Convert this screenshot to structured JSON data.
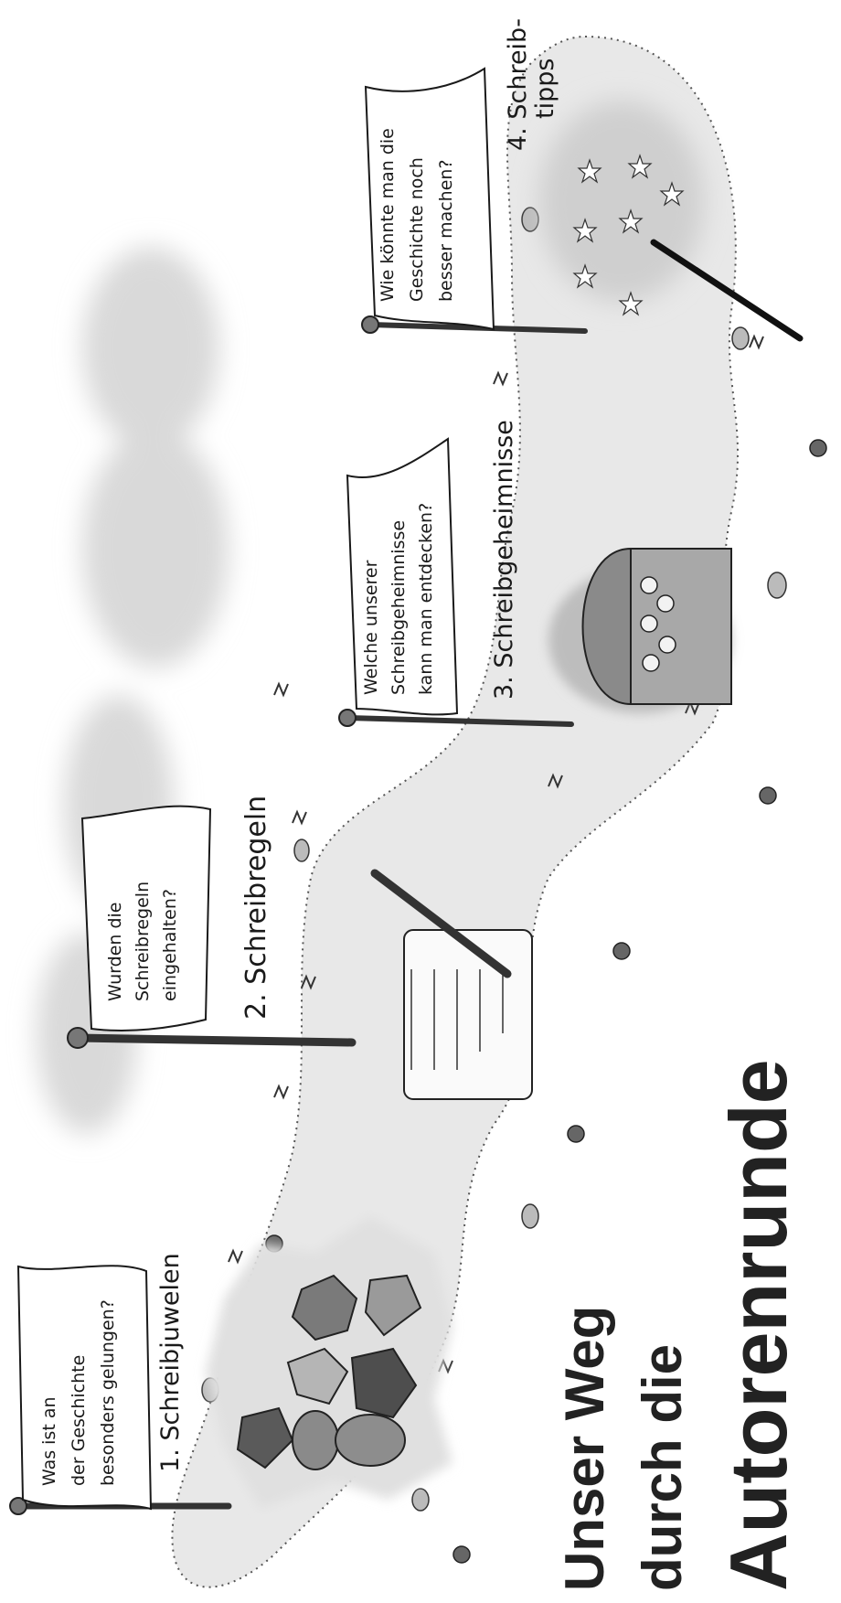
{
  "title": {
    "line1": "Unser Weg",
    "line2": "durch die",
    "line3": "Autorenrunde"
  },
  "stations": [
    {
      "label": "1. Schreibjuwelen",
      "question_lines": [
        "Was ist an",
        "der Geschichte",
        "besonders gelungen?"
      ],
      "icon": "gems-icon"
    },
    {
      "label": "2. Schreibregeln",
      "question_lines": [
        "Wurden die",
        "Schreibregeln",
        "eingehalten?"
      ],
      "icon": "scroll-quill-icon"
    },
    {
      "label": "3. Schreibgeheimnisse",
      "question_lines": [
        "Welche unserer",
        "Schreibgeheimnisse",
        "kann man entdecken?"
      ],
      "icon": "treasure-chest-icon"
    },
    {
      "label_line1": "4. Schreib-",
      "label_line2": "tipps",
      "question_lines": [
        "Wie könnte man die",
        "Geschichte noch",
        "besser machen?"
      ],
      "icon": "magic-wand-icon"
    }
  ],
  "colors": {
    "path": "#e6e6e6",
    "ink": "#1a1a1a",
    "cloud": "#d4d4d4",
    "gem": "#6d6d6d"
  }
}
